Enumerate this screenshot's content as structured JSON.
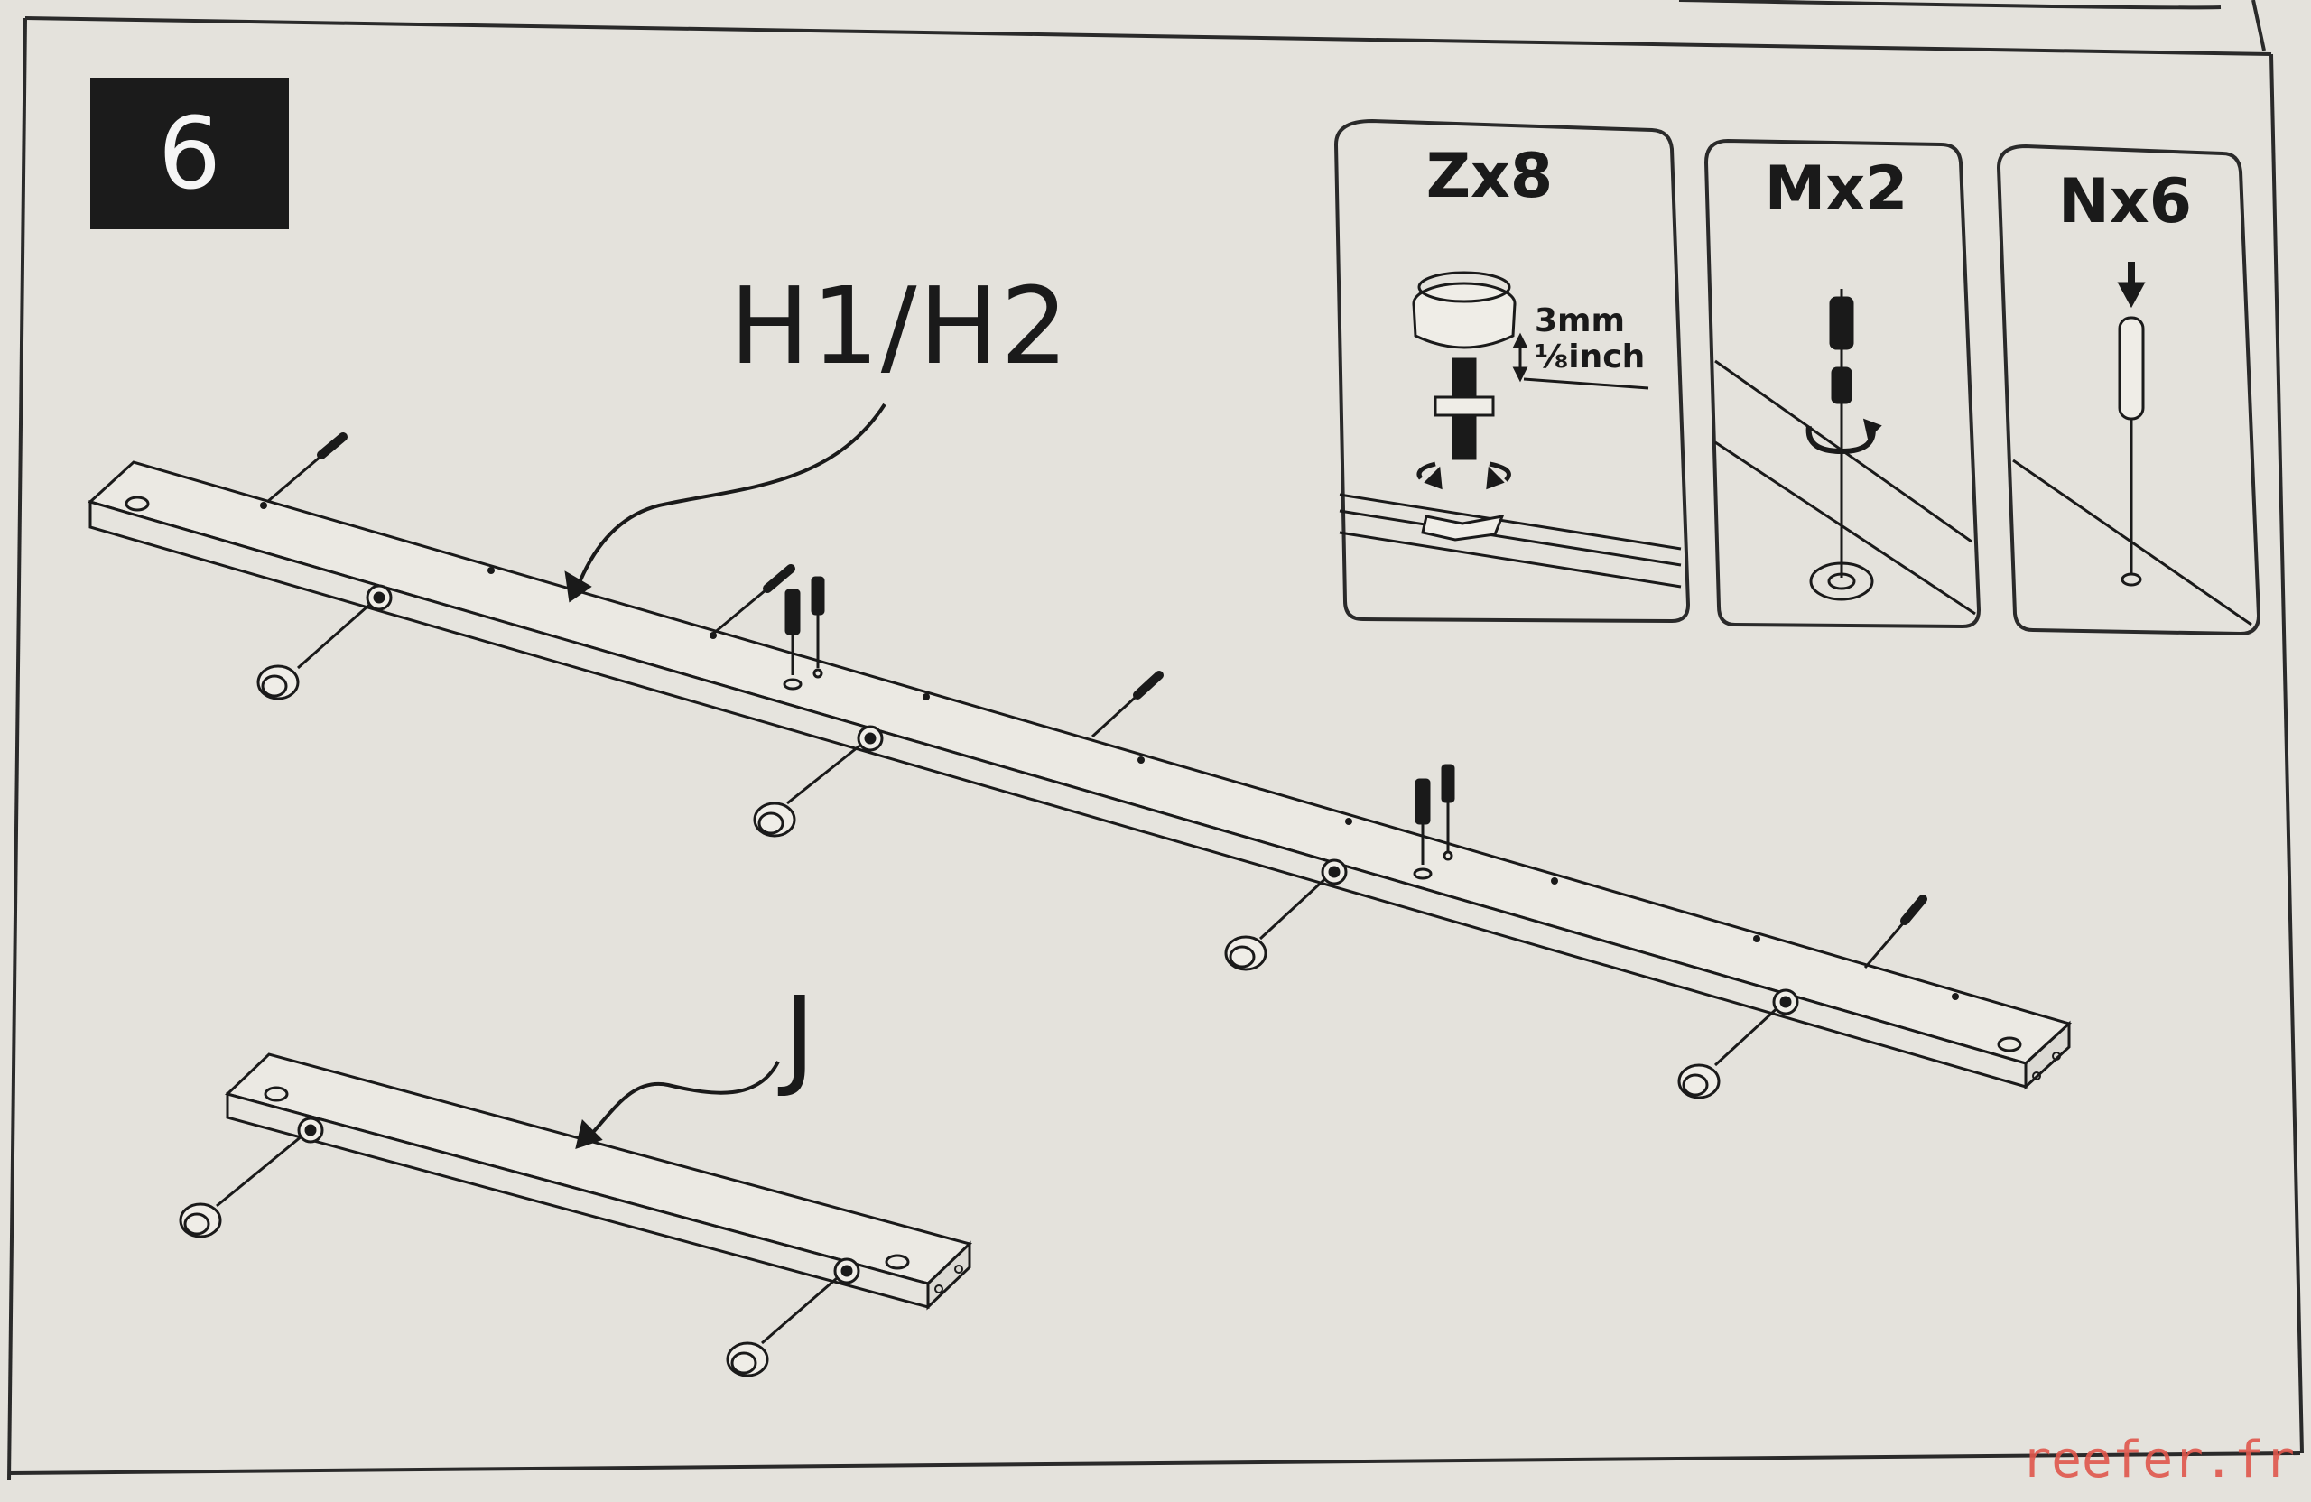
{
  "step": {
    "number": "6"
  },
  "parts": {
    "long_rail_label": "H1/H2",
    "short_rail_label": "J"
  },
  "hardware": [
    {
      "id": "Z",
      "label": "Zx8",
      "measure_line1": "3mm",
      "measure_line2": "⅛inch"
    },
    {
      "id": "M",
      "label": "Mx2"
    },
    {
      "id": "N",
      "label": "Nx6"
    }
  ],
  "watermark": "reefer.fr",
  "colors": {
    "paper": "#e4e2dc",
    "ink": "#1a1a1a",
    "badge_bg": "#1b1b1b",
    "watermark": "#e0574c"
  }
}
